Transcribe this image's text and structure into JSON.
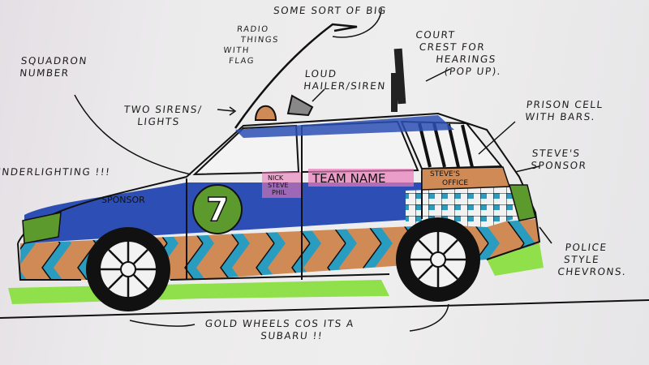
{
  "annotations": {
    "some_sort_of_big": "SOME SORT OF BIG",
    "radio_things": [
      "RADIO",
      "THINGS",
      "WITH",
      "FLAG"
    ],
    "squadron_number": [
      "SQUADRON",
      "NUMBER"
    ],
    "loud_hailer": [
      "LOUD",
      "HAILER/SIREN"
    ],
    "court_crest": [
      "COURT",
      "CREST FOR",
      "HEARINGS",
      "(POP UP)."
    ],
    "two_sirens": [
      "TWO SIRENS/",
      "LIGHTS"
    ],
    "prison_cell": [
      "PRISON CELL",
      "WITH BARS."
    ],
    "steves_sponsor": [
      "STEVE'S",
      "SPONSOR"
    ],
    "underlighting": "UNDERLIGHTING !!!",
    "police_chevrons": [
      "POLICE",
      "STYLE",
      "CHEVRONS."
    ],
    "gold_wheels": [
      "GOLD WHEELS COS ITS A",
      "SUBARU !!"
    ]
  },
  "car": {
    "sponsor": "SPONSOR",
    "crew": [
      "NICK",
      "STEVE",
      "PHIL"
    ],
    "team_name": "TEAM NAME",
    "office": [
      "STEVE'S",
      "OFFICE"
    ],
    "squadron_number": "7"
  },
  "colors": {
    "blue": "#2d4fb5",
    "teal": "#2a9cc0",
    "orange": "#d08a55",
    "green": "#5d9a2e",
    "lime": "#8fe04a",
    "pink": "#e87ab8"
  }
}
